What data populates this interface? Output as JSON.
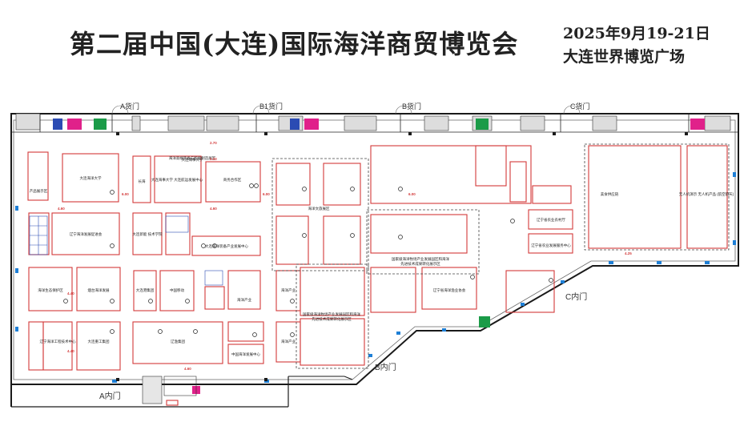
{
  "header": {
    "title": "第二届中国(大连)国际海洋商贸博览会",
    "date": "2025年9月19-21日",
    "venue": "大连世界博览广场"
  },
  "gates": {
    "cargo": [
      "A货门",
      "B1货门",
      "B货门",
      "C货门"
    ],
    "inner": [
      "A内门",
      "B内门",
      "C内门"
    ]
  },
  "dims": [
    "4.60",
    "6.00",
    "4.40",
    "4.40",
    "4.60",
    "6.00",
    "6.00",
    "4.60",
    "4.25",
    "3.00",
    "2.70"
  ],
  "booths": {
    "b1": "大连海洋大学",
    "b2": "产品展示区",
    "b3": "大连海事大学",
    "b4": "大连海事大学 大连航运发展中心",
    "b5": "辽宁海洋发展促进会",
    "b6": "大连新能 技术学院",
    "b7": "烟台海洋发展",
    "b8": "中国海洋发展中心",
    "b9": "大连港集团",
    "b10": "中国移动",
    "b11": "长海",
    "b12": "辽宁省海洋渔业协会",
    "b13": "商务合作区",
    "b14": "美食供应链",
    "b15": "无人机演示 无人机产品 (航空航天)",
    "b16": "辽渔集团",
    "b17": "大连重工集团",
    "b18": "辽宁省农业农村厅",
    "b19": "辽宁省农业发展服务中心",
    "b20": "海洋生态保护区",
    "b21": "辽宁海洋工程技术中心",
    "b22": "大连海洋装备产业发展中心",
    "b23": "海洋产业",
    "b24": "海洋产业",
    "b25": "海洋产业"
  },
  "zones": {
    "z1": "海洋高端装备与智能制造展区",
    "z2": "国家级海洋牧场产业发展园区和海洋",
    "z3": "先进技术成果转化展示区",
    "z4": "国家级海洋牧场产业发展园区和海洋",
    "z5": "先进技术成果转化展示区",
    "z6": "海洋文旅展区"
  },
  "colors": {
    "booth": "#d33a3a",
    "wall": "#1a1a1a",
    "door": "#1e7fd6",
    "restroom_female": "#e0218a",
    "restroom_male": "#1b9b48",
    "restroom_access": "#2b4bb3"
  },
  "icons": [
    "female-restroom-icon",
    "male-restroom-icon",
    "accessible-restroom-icon",
    "door-icon",
    "pillar-icon"
  ]
}
